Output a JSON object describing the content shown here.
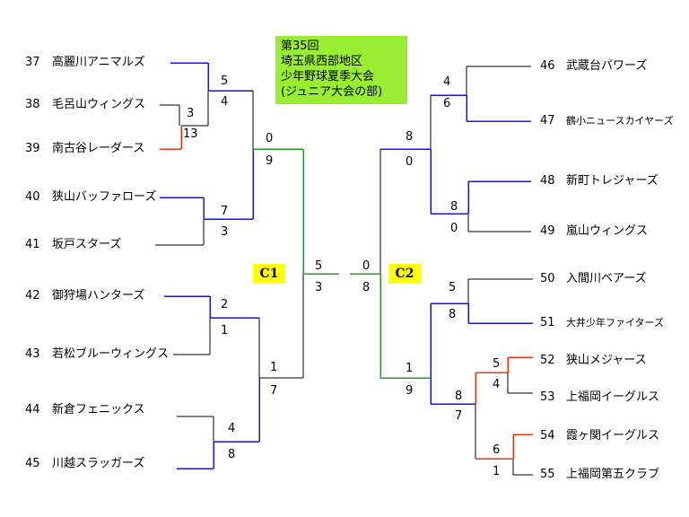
{
  "title": {
    "lines": [
      "第35回",
      "埼玉県西部地区",
      "少年野球夏季大会",
      "(ジュニア大会の部)"
    ]
  },
  "blocks": {
    "left": "C1",
    "right": "C2"
  },
  "teams": [
    {
      "no": "37",
      "name": "高麗川アニマルズ"
    },
    {
      "no": "38",
      "name": "毛呂山ウィングス"
    },
    {
      "no": "39",
      "name": "南古谷レーダース"
    },
    {
      "no": "40",
      "name": "狭山バッファローズ"
    },
    {
      "no": "41",
      "name": "坂戸スターズ"
    },
    {
      "no": "42",
      "name": "御狩場ハンターズ"
    },
    {
      "no": "43",
      "name": "若松ブルーウィングス"
    },
    {
      "no": "44",
      "name": "新倉フェニックス"
    },
    {
      "no": "45",
      "name": "川越スラッガーズ"
    },
    {
      "no": "46",
      "name": "武蔵台パワーズ"
    },
    {
      "no": "47",
      "name": "鶴小ニュースカイヤーズ"
    },
    {
      "no": "48",
      "name": "新町トレジャーズ"
    },
    {
      "no": "49",
      "name": "嵐山ウィングス"
    },
    {
      "no": "50",
      "name": "入間川ベアーズ"
    },
    {
      "no": "51",
      "name": "大井少年ファイターズ"
    },
    {
      "no": "52",
      "name": "狭山メジャース"
    },
    {
      "no": "53",
      "name": "上福岡イーグルス"
    },
    {
      "no": "54",
      "name": "霞ヶ関イーグルス"
    },
    {
      "no": "55",
      "name": "上福岡第五クラブ"
    }
  ],
  "scores": {
    "g38_39": [
      "3",
      "13"
    ],
    "g37_w": [
      "5",
      "4"
    ],
    "g40_41": [
      "7",
      "3"
    ],
    "g_l_top": [
      "0",
      "9"
    ],
    "g42_43": [
      "2",
      "1"
    ],
    "g44_45": [
      "4",
      "8"
    ],
    "g_l_bot": [
      "1",
      "7"
    ],
    "g_left_final": [
      "5",
      "3"
    ],
    "g46_47": [
      "4",
      "6"
    ],
    "g48_49": [
      "8",
      "0"
    ],
    "g_r_top": [
      "8",
      "0"
    ],
    "g50_51": [
      "5",
      "8"
    ],
    "g52_53": [
      "5",
      "4"
    ],
    "g54_55": [
      "6",
      "1"
    ],
    "g_r_bw": [
      "8",
      "7"
    ],
    "g_r_bot": [
      "1",
      "9"
    ],
    "g_right_final": [
      "0",
      "8"
    ]
  },
  "colors": {
    "loss": "#000000",
    "win": "#1a1acc",
    "win_alt": "#ee3311",
    "final": "#2a9a2a",
    "title_bg": "#99ee33",
    "block_bg": "#ffff00"
  }
}
